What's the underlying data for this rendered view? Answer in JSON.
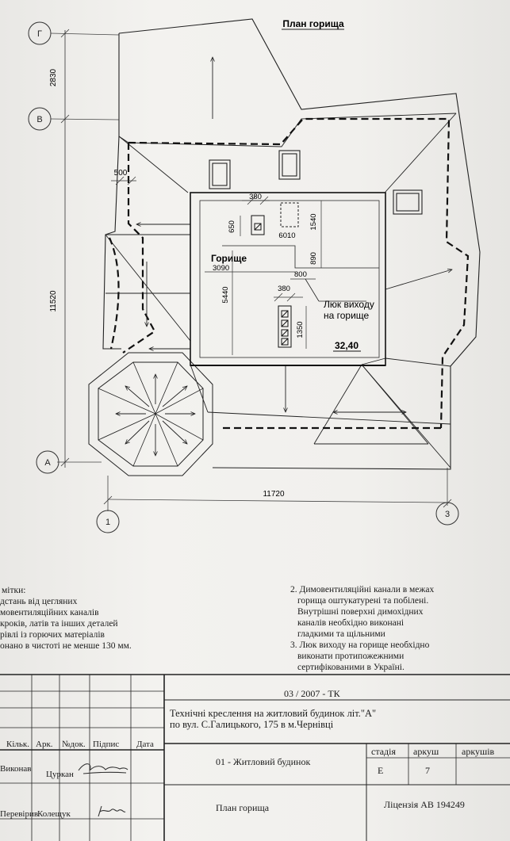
{
  "drawing": {
    "title": "План горища",
    "axes": {
      "g": "Г",
      "v": "В",
      "a": "А",
      "one": "1",
      "three": "3"
    },
    "dims": {
      "d2830": "2830",
      "d11520": "11520",
      "d500": "500",
      "d380a": "380",
      "d650": "650",
      "d1540": "1540",
      "d6010": "6010",
      "d890": "890",
      "d3090": "3090",
      "d800": "800",
      "d380b": "380",
      "d5440": "5440",
      "d1350": "1350",
      "d11720": "11720"
    },
    "room_label": "Горище",
    "hatch_label_1": "Люк виходу",
    "hatch_label_2": "на горище",
    "area": "32,40"
  },
  "notes_left": {
    "title": "мітки:",
    "lines": [
      "дстань від цегляних",
      "мовентиляційних каналів",
      "кроків, латів  та інших деталей",
      "рівлі із горючих матеріалів",
      "онано  в чистоті  не менше 130 мм."
    ]
  },
  "notes_right": {
    "lines": [
      "2. Димовентиляційні канали в межах",
      "горища оштукатурені та побілені.",
      "Внутрішні поверхні димохідних",
      "каналів необхідно виконані",
      "гладкими та щільними",
      "3. Люк виходу на горище необхідно",
      "виконати протипожежними",
      "сертифікованими в Україні."
    ]
  },
  "title_block": {
    "code": "03 / 2007 - ТК",
    "project_1": "Технічні креслення на житловий будинок літ.\"А\"",
    "project_2": "по вул. С.Галицького, 175 в м.Чернівці",
    "headers": {
      "kilk": "Кільк.",
      "ark": "Арк.",
      "ndok": "№док.",
      "pidpys": "Підпис",
      "data": "Дата"
    },
    "rows": [
      {
        "role": "Виконав",
        "name": "Цуркан"
      },
      {
        "role": "Перевірив",
        "name": "Колещук"
      }
    ],
    "object": "01 - Житловий  будинок",
    "stage_header": "стадія",
    "sheet_header": "аркуш",
    "sheets_header": "аркушів",
    "stage": "Е",
    "sheet": "7",
    "sheet_name": "План горища",
    "license": "Ліцензія АВ 194249"
  }
}
